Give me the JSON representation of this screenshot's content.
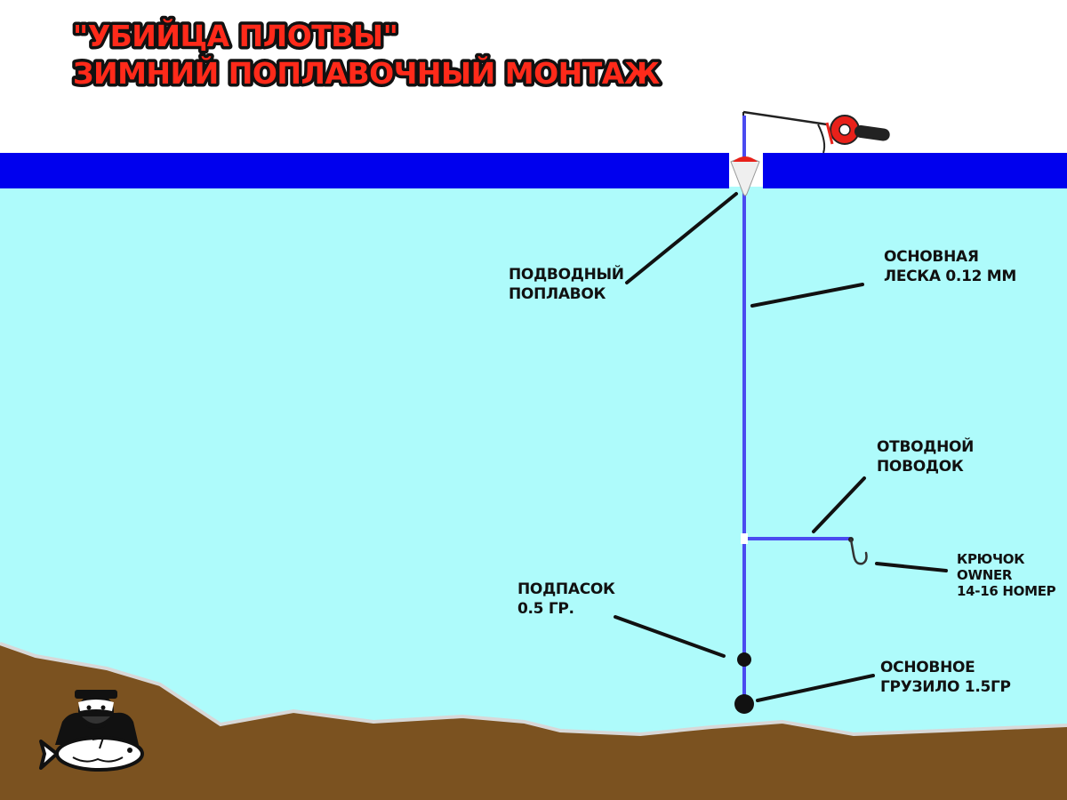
{
  "title": {
    "line1": "\"УБИЙЦА ПЛОТВЫ\"",
    "line2": "ЗИМНИЙ ПОПЛАВОЧНЫЙ МОНТАЖ"
  },
  "labels": {
    "float": [
      "ПОДВОДНЫЙ",
      "ПОПЛАВОК"
    ],
    "main_line": [
      "ОСНОВНАЯ",
      "ЛЕСКА 0.12 ММ"
    ],
    "leader": [
      "ОТВОДНОЙ",
      "ПОВОДОК"
    ],
    "hook": [
      "КРЮЧОК",
      "OWNER",
      "14-16 НОМЕР"
    ],
    "sub_weight": [
      "ПОДПАСОК",
      "0.5 ГР."
    ],
    "main_weight": [
      "ОСНОВНОЕ",
      "ГРУЗИЛО 1.5ГР"
    ]
  },
  "colors": {
    "ice": "#0000ee",
    "water": "#aefbfb",
    "bottom": "#7b5220",
    "fishing_line": "#4a4af0",
    "float_top": "#e8211a",
    "title_fill": "#ff2a1a",
    "rod_reel": "#e8211a"
  },
  "icons": {
    "rod": "winter-fishing-rod-icon",
    "float": "underwater-float-icon",
    "hook": "hook-icon",
    "weight": "weight-icon",
    "logo": "fisherman-with-fish-logo"
  }
}
